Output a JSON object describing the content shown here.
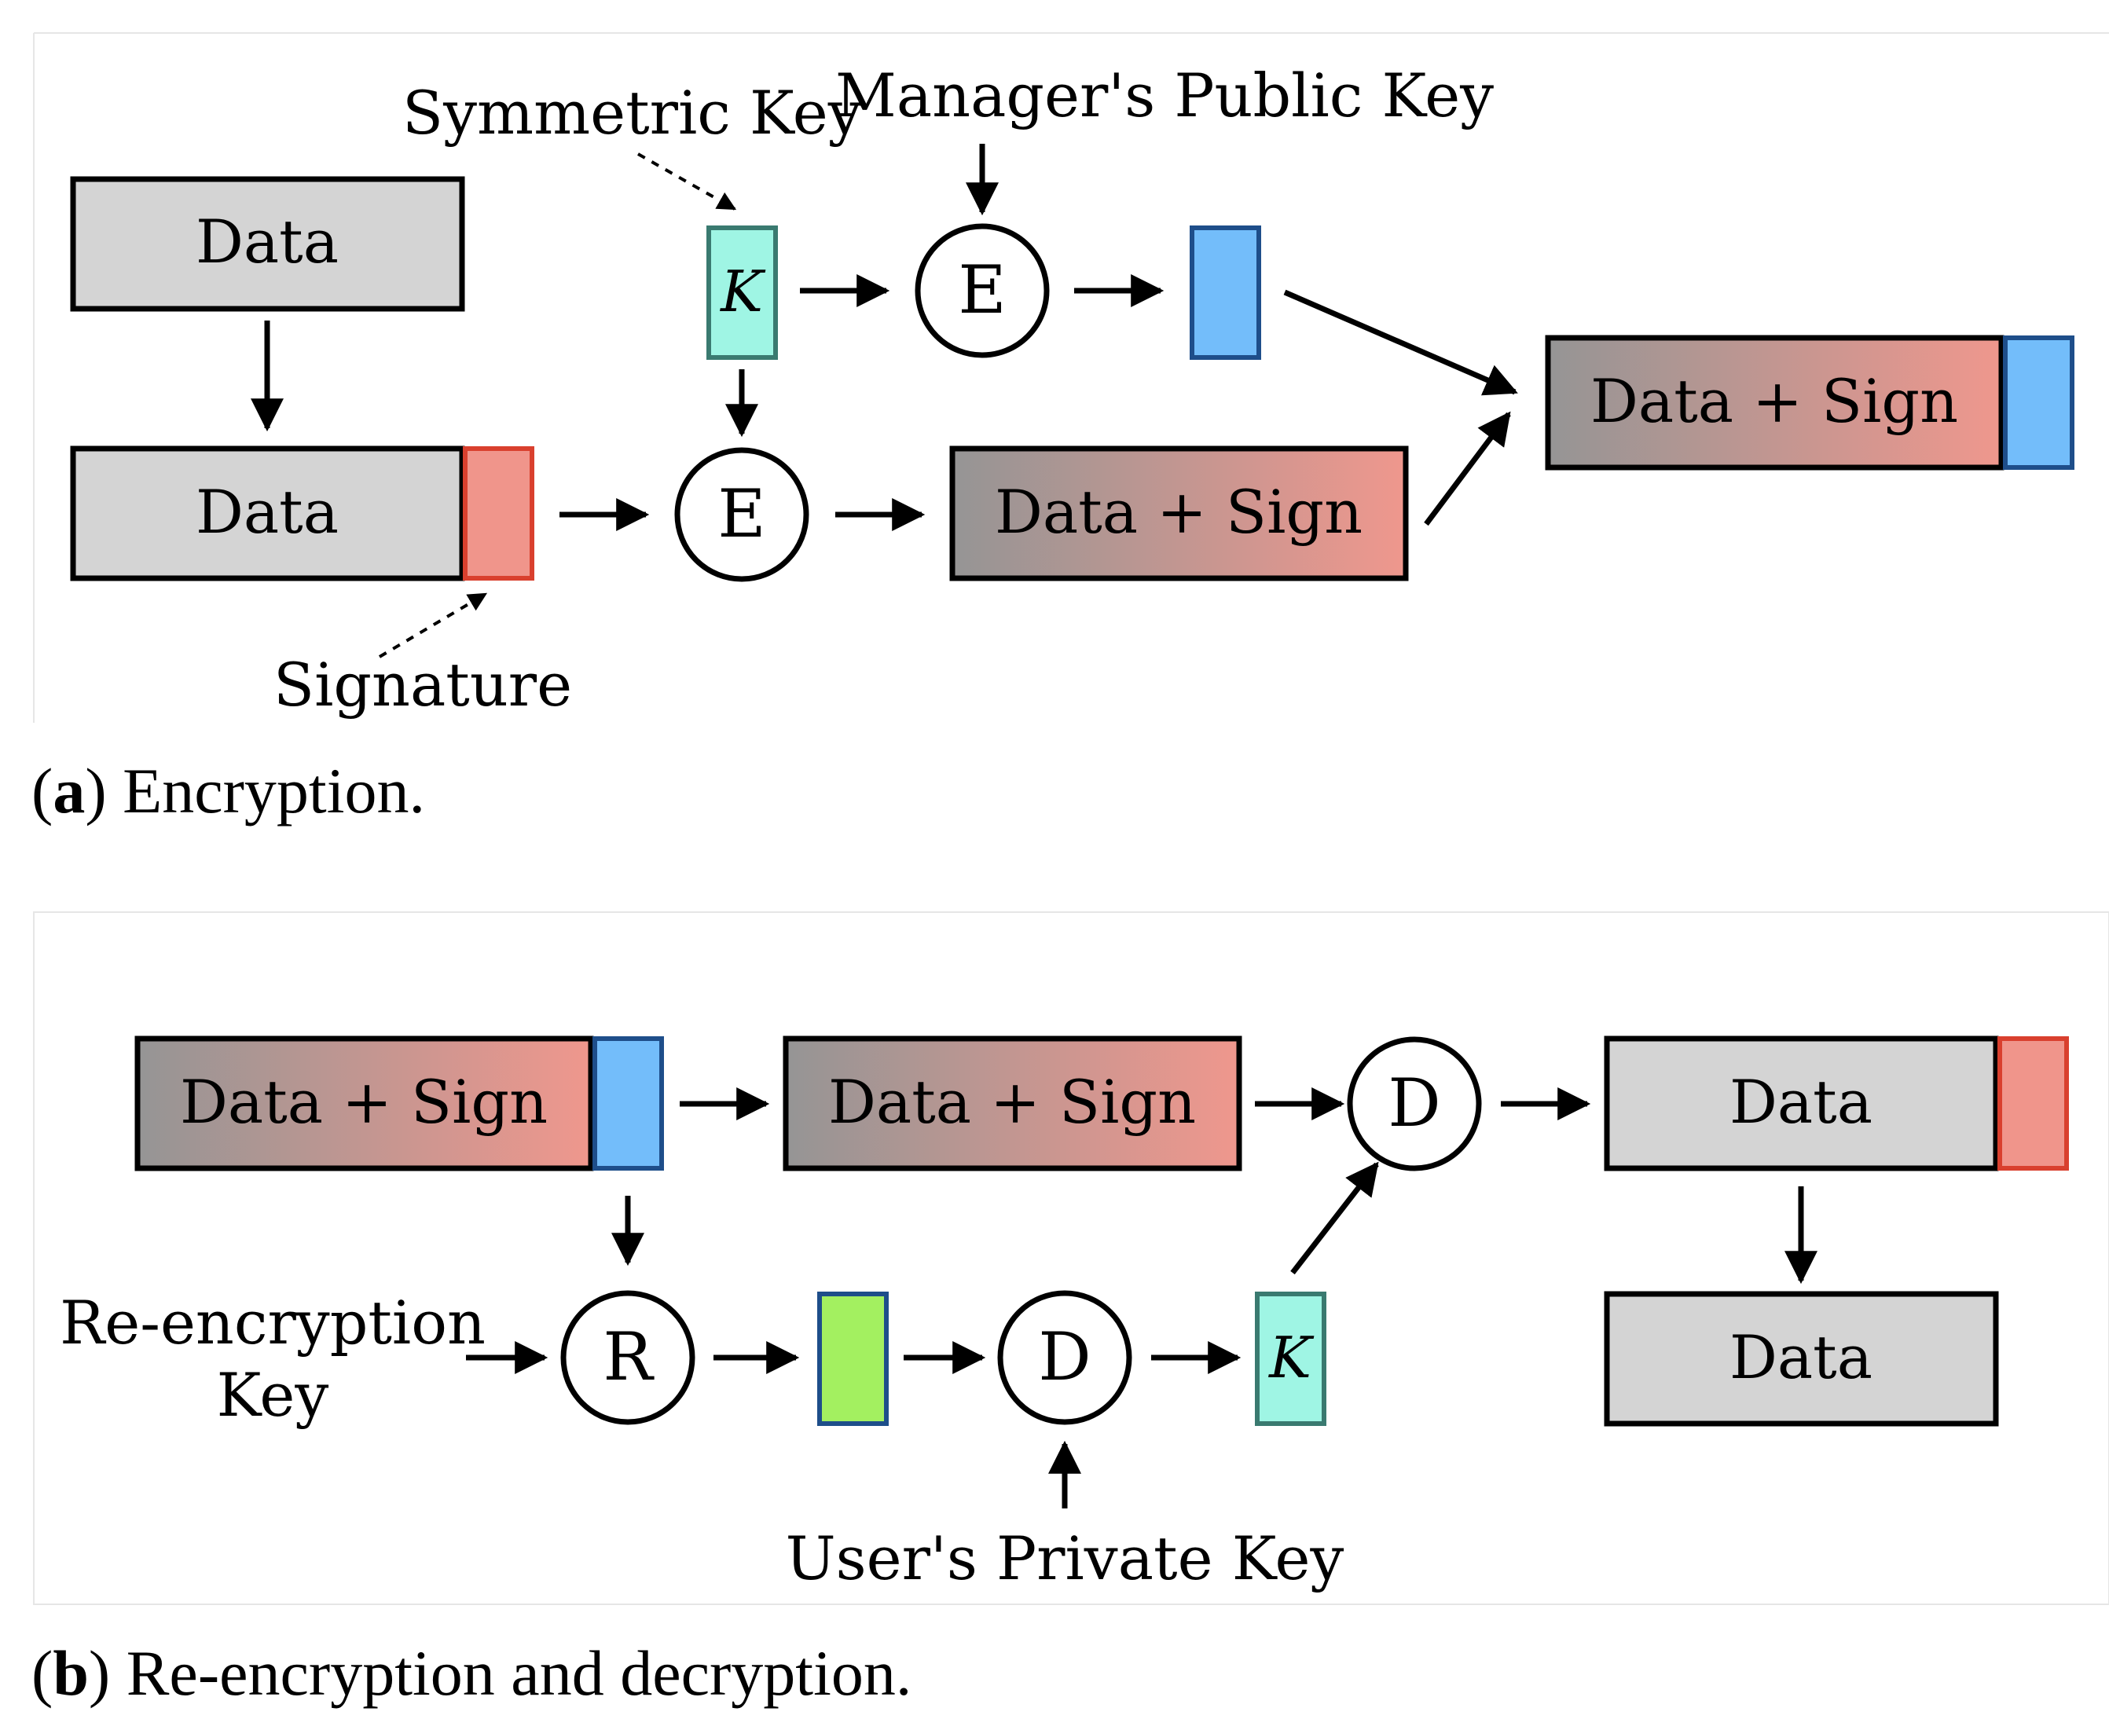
{
  "panel_a": {
    "caption_letter": "a",
    "caption_text": "Encryption.",
    "data_box_top": "Data",
    "data_box_signed": "Data",
    "key_label": "K",
    "enc_top": "E",
    "enc_bottom": "E",
    "enc_output": "Data + Sign",
    "final_output": "Data + Sign",
    "label_symmetric_key": "Symmetric Key",
    "label_manager_key": "Manager's Public Key",
    "label_signature": "Signature"
  },
  "panel_b": {
    "caption_letter": "b",
    "caption_text": "Re-encryption and decryption.",
    "input_package": "Data + Sign",
    "cipher_body": "Data + Sign",
    "dec_main": "D",
    "output_signed": "Data",
    "output_final": "Data",
    "reenc_node": "R",
    "dec_key_node": "D",
    "key_label": "K",
    "label_reenc_key_line1": "Re-encryption",
    "label_reenc_key_line2": "Key",
    "label_user_key": "User's Private Key"
  },
  "colors": {
    "data_gray": "#d4d4d4",
    "signature_red": "#f0958b",
    "signature_border": "#d9402e",
    "key_teal": "#9ff5e4",
    "key_border": "#3a7a70",
    "enc_key_blue": "#73bdfa",
    "enc_key_border": "#1e4e8a",
    "reenc_key_green": "#a3f060",
    "reenc_key_border": "#1e4e8a",
    "gradient_start": "#959595",
    "gradient_end": "#ef978d"
  }
}
